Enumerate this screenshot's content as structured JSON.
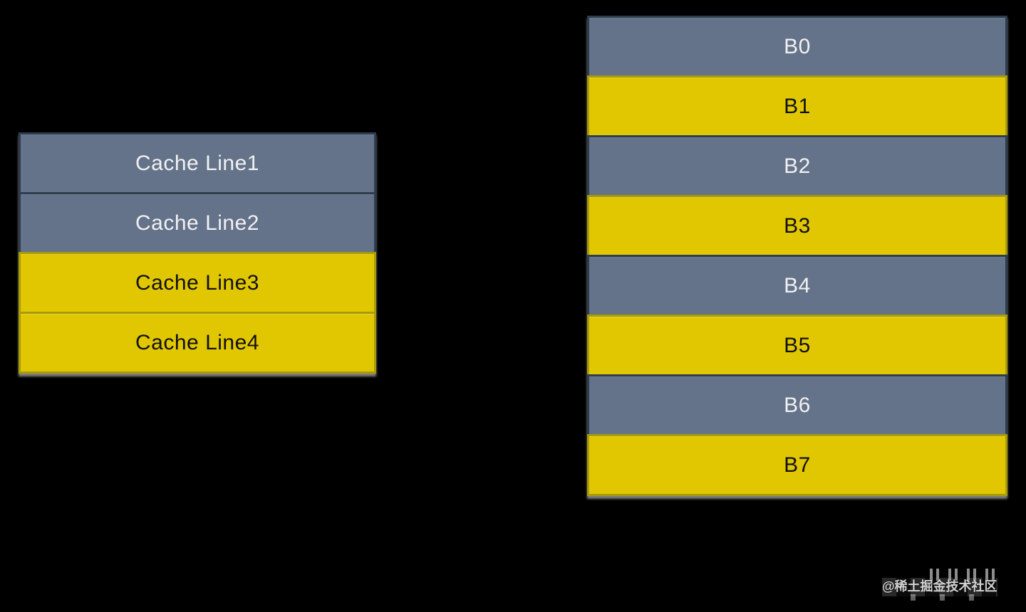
{
  "cache_table": {
    "rows": [
      {
        "label": "Cache Line1",
        "variant": "gray"
      },
      {
        "label": "Cache Line2",
        "variant": "gray"
      },
      {
        "label": "Cache Line3",
        "variant": "yellow"
      },
      {
        "label": "Cache Line4",
        "variant": "yellow"
      }
    ]
  },
  "memory_table": {
    "rows": [
      {
        "label": "B0",
        "variant": "gray"
      },
      {
        "label": "B1",
        "variant": "yellow"
      },
      {
        "label": "B2",
        "variant": "gray"
      },
      {
        "label": "B3",
        "variant": "yellow"
      },
      {
        "label": "B4",
        "variant": "gray"
      },
      {
        "label": "B5",
        "variant": "yellow"
      },
      {
        "label": "B6",
        "variant": "gray"
      },
      {
        "label": "B7",
        "variant": "yellow"
      }
    ]
  },
  "watermark": {
    "text": "@稀土掘金技术社区"
  },
  "colors": {
    "gray_cell": "#64728A",
    "gray_border": "#2E3D4E",
    "yellow_cell": "#E1C702",
    "yellow_border": "#A89B0A",
    "light_text": "#F1F1F1",
    "dark_text": "#101010",
    "background": "#000000"
  }
}
